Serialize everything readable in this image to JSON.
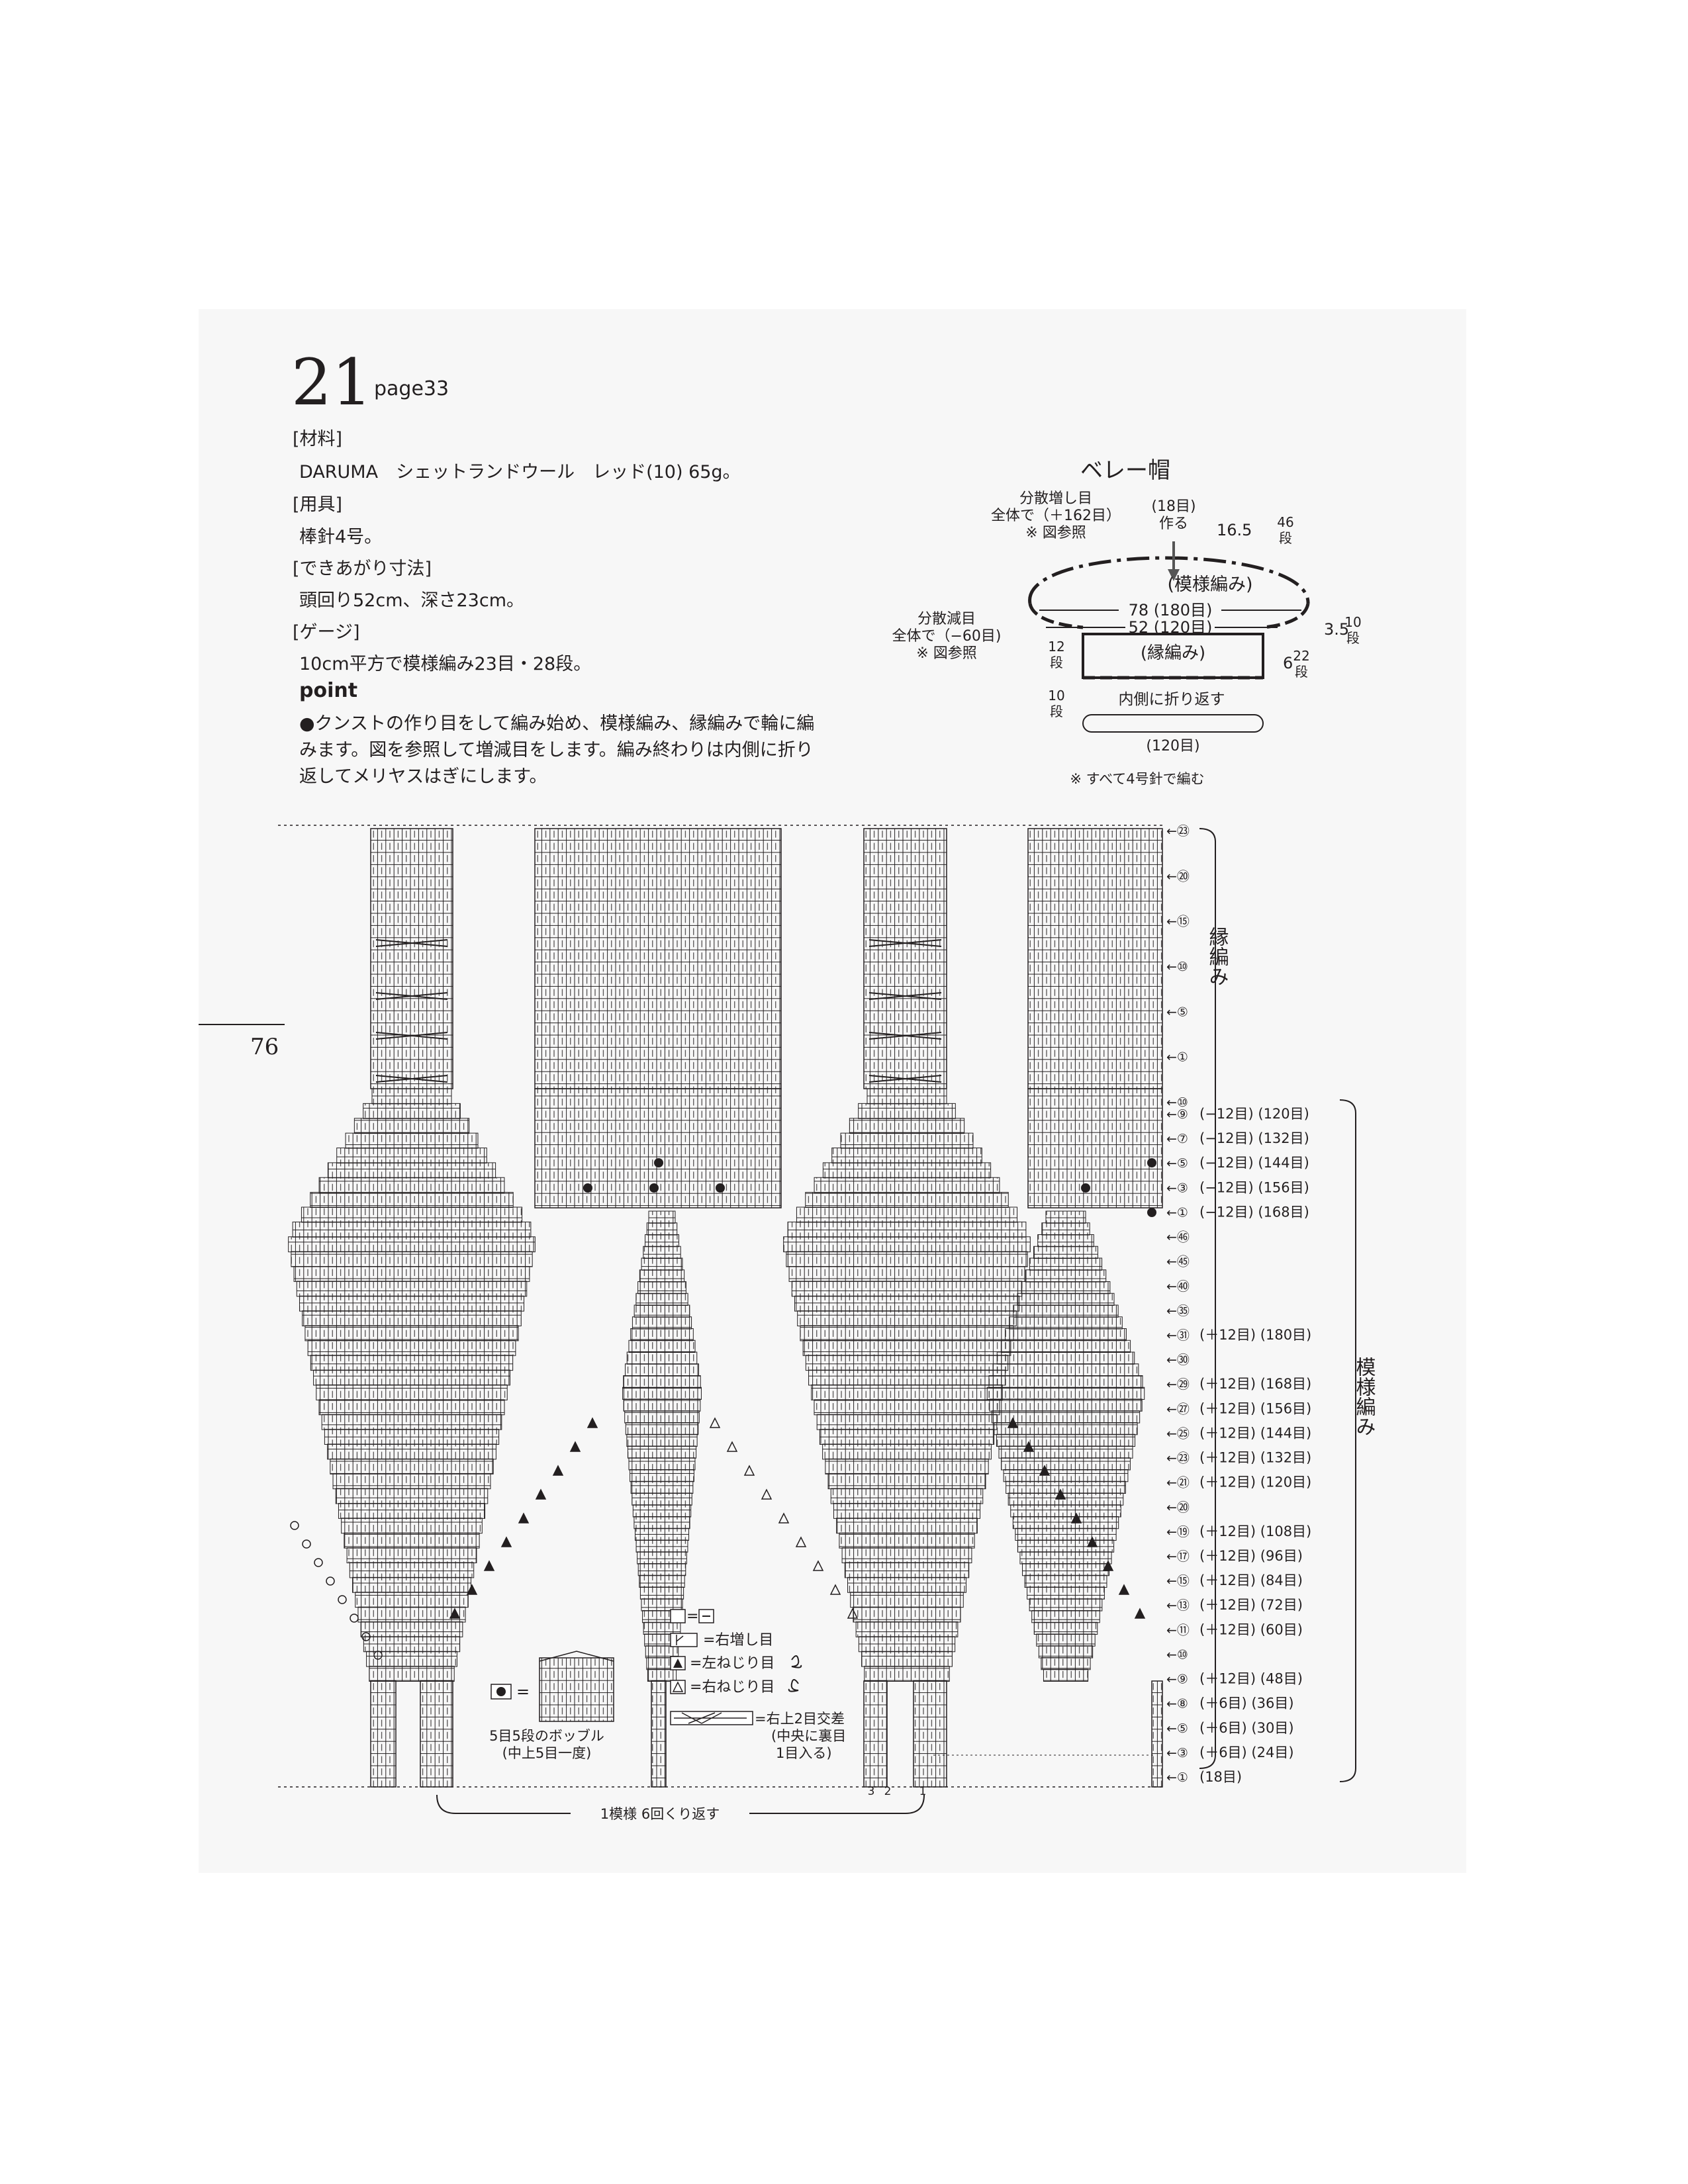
{
  "header": {
    "pattern_number": "21",
    "page_ref": "page33",
    "folio": "76"
  },
  "specs": {
    "materials_heading": "[材料]",
    "materials_text": "DARUMA　シェットランドウール　レッド(10) 65g。",
    "tools_heading": "[用具]",
    "tools_text": "棒針4号。",
    "size_heading": "[できあがり寸法]",
    "size_text": "頭回り52cm、深さ23cm。",
    "gauge_heading": "[ゲージ]",
    "gauge_text": "10cm平方で模様編み23目・28段。",
    "point_heading": "point",
    "point_lines": [
      "●クンストの作り目をして編み始め、模様編み、縁編みで輪に編",
      "みます。図を参照して増減目をします。編み終わりは内側に折り",
      "返してメリヤスはぎにします。"
    ]
  },
  "beret_diagram": {
    "title": "ベレー帽",
    "increase_note_1": "分散増し目",
    "increase_note_2": "全体で（＋162目）",
    "increase_note_3": "※ 図参照",
    "start_1": "(18目)",
    "start_2": "作る",
    "top_dim": "16.5",
    "top_rows": "46",
    "top_rows_unit": "段",
    "pattern_label": "(模様編み)",
    "width_1": "78 (180目)",
    "width_2": "52 (120目)",
    "decrease_note_1": "分散減目",
    "decrease_note_2": "全体で（−60目)",
    "decrease_note_3": "※ 図参照",
    "border_label": "(縁編み)",
    "right_dim_1": "3.5",
    "right_rows_1": "10",
    "right_dim_2": "6",
    "right_rows_2": "22",
    "rows_unit": "段",
    "left_rows_1": "12",
    "left_rows_2": "10",
    "fold_note": "内側に折り返す",
    "fold_count": "(120目)",
    "needle_note": "※ すべて4号針で編む"
  },
  "chart": {
    "border_label": "縁編み",
    "pattern_label": "模様編み",
    "border_rows": [
      {
        "mark": "←㉓",
        "text": ""
      },
      {
        "mark": "←⑳",
        "text": ""
      },
      {
        "mark": "←⑮",
        "text": ""
      },
      {
        "mark": "←⑩",
        "text": ""
      },
      {
        "mark": "←⑤",
        "text": ""
      },
      {
        "mark": "←①",
        "text": ""
      },
      {
        "mark": "←⑩",
        "text": ""
      }
    ],
    "pattern_rows": [
      {
        "mark": "←⑨",
        "text": "(−12目) (120目)"
      },
      {
        "mark": "←⑦",
        "text": "(−12目) (132目)"
      },
      {
        "mark": "←⑤",
        "text": "(−12目) (144目)"
      },
      {
        "mark": "←③",
        "text": "(−12目) (156目)"
      },
      {
        "mark": "←①",
        "text": "(−12目) (168目)"
      },
      {
        "mark": "←㊻",
        "text": ""
      },
      {
        "mark": "←㊺",
        "text": ""
      },
      {
        "mark": "←㊵",
        "text": ""
      },
      {
        "mark": "←㉟",
        "text": ""
      },
      {
        "mark": "←㉛",
        "text": "(＋12目) (180目)"
      },
      {
        "mark": "←㉚",
        "text": ""
      },
      {
        "mark": "←㉙",
        "text": "(＋12目) (168目)"
      },
      {
        "mark": "←㉗",
        "text": "(＋12目) (156目)"
      },
      {
        "mark": "←㉕",
        "text": "(＋12目) (144目)"
      },
      {
        "mark": "←㉓",
        "text": "(＋12目) (132目)"
      },
      {
        "mark": "←㉑",
        "text": "(＋12目) (120目)"
      },
      {
        "mark": "←⑳",
        "text": ""
      },
      {
        "mark": "←⑲",
        "text": "(＋12目) (108目)"
      },
      {
        "mark": "←⑰",
        "text": "(＋12目) (96目)"
      },
      {
        "mark": "←⑮",
        "text": "(＋12目) (84目)"
      },
      {
        "mark": "←⑬",
        "text": "(＋12目) (72目)"
      },
      {
        "mark": "←⑪",
        "text": "(＋12目) (60目)"
      },
      {
        "mark": "←⑩",
        "text": ""
      },
      {
        "mark": "←⑨",
        "text": "(＋12目) (48目)"
      },
      {
        "mark": "←⑧",
        "text": "(＋6目) (36目)"
      },
      {
        "mark": "←⑤",
        "text": "(＋6目) (30目)"
      },
      {
        "mark": "←③",
        "text": "(＋6目) (24目)"
      },
      {
        "mark": "←①",
        "text": "(18目)"
      }
    ],
    "bottom_repeat": "1模様 6回くり返す",
    "bottom_numbers": [
      "3",
      "2",
      "1"
    ]
  },
  "legend": {
    "bobble_eq": "=",
    "bobble_label_1": "5目5段のボッブル",
    "bobble_label_2": "(中上5目一度)",
    "knit_eq": "=",
    "right_inc": "=右増し目",
    "left_twist": "=左ねじり目",
    "right_twist": "=右ねじり目",
    "cross_1": "=右上2目交差",
    "cross_2": "(中央に裏目",
    "cross_3": "1目入る)"
  }
}
